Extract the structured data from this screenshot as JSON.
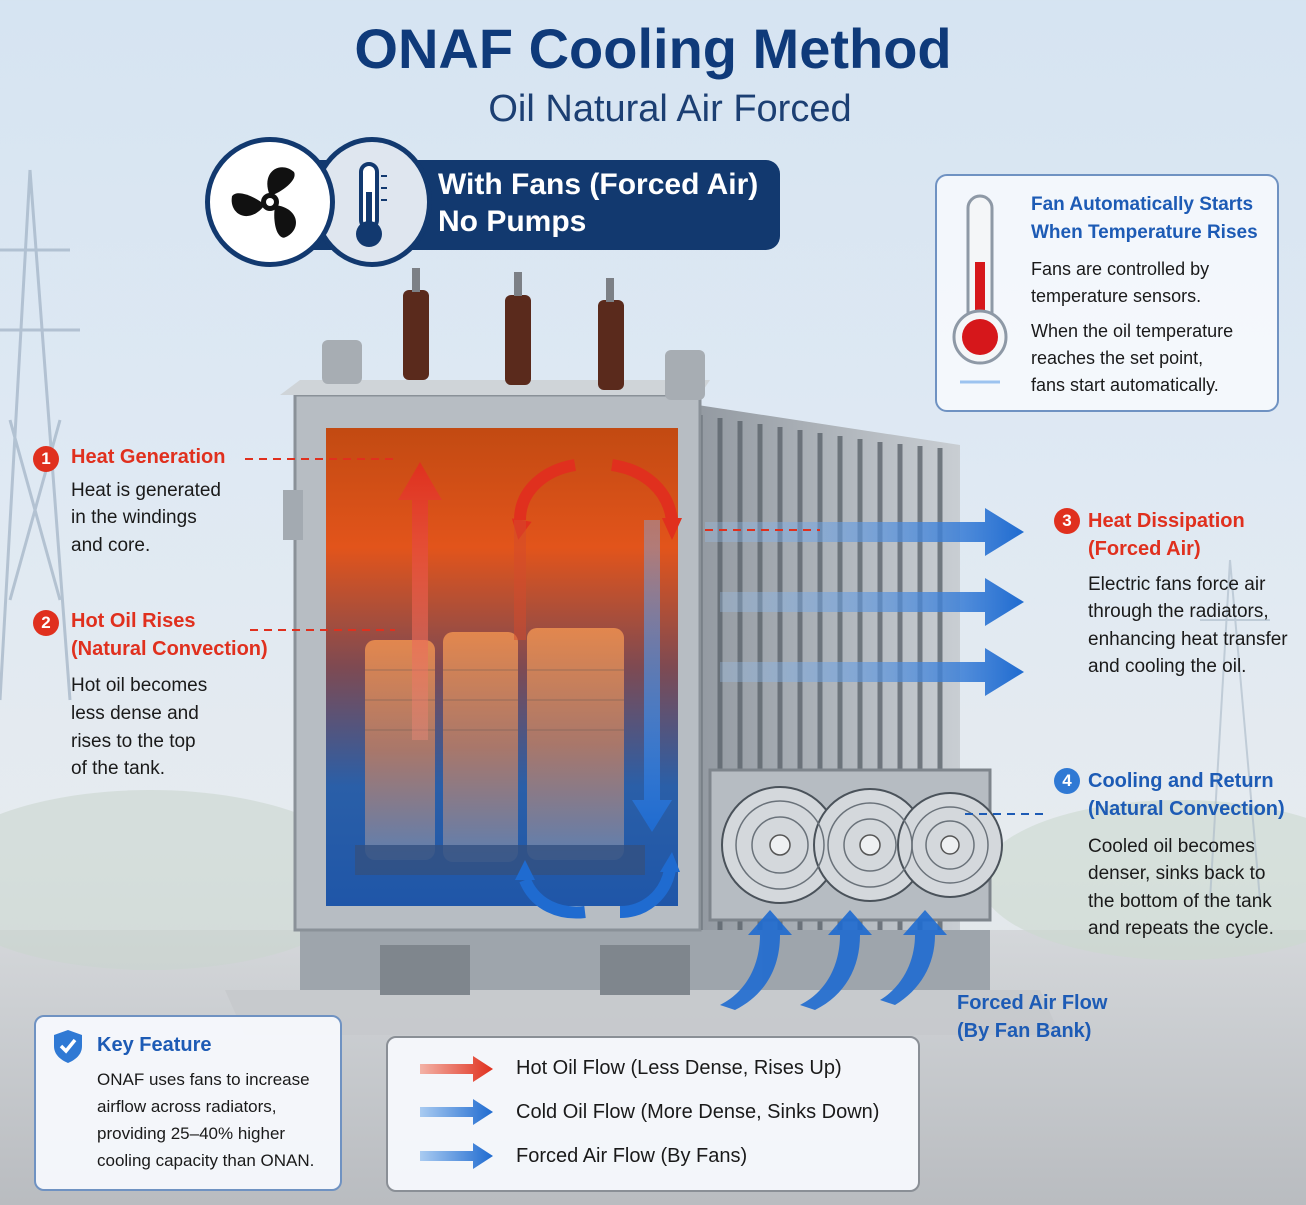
{
  "header": {
    "title": "ONAF Cooling Method",
    "subtitle": "Oil Natural Air Forced"
  },
  "badge": {
    "line1": "With Fans (Forced Air)",
    "line2": "No Pumps",
    "icons": [
      "fan-icon",
      "thermometer-icon"
    ]
  },
  "fan_box": {
    "heading_line1": "Fan Automatically Starts",
    "heading_line2": "When Temperature Rises",
    "text1_line1": "Fans are controlled by",
    "text1_line2": "temperature sensors.",
    "text2_line1": "When the oil temperature",
    "text2_line2": "reaches the set point,",
    "text2_line3": "fans start automatically."
  },
  "callouts": {
    "c1": {
      "number": "1",
      "heading": "Heat Generation",
      "line1": "Heat is generated",
      "line2": "in the windings",
      "line3": "and core."
    },
    "c2": {
      "number": "2",
      "heading1": "Hot Oil Rises",
      "heading2": "(Natural Convection)",
      "line1": "Hot oil becomes",
      "line2": "less dense and",
      "line3": "rises to the top",
      "line4": "of the tank."
    },
    "c3": {
      "number": "3",
      "heading1": "Heat Dissipation",
      "heading2": "(Forced Air)",
      "line1": "Electric fans force air",
      "line2": "through the radiators,",
      "line3": "enhancing heat transfer",
      "line4": "and cooling the oil."
    },
    "c4": {
      "number": "4",
      "heading1": "Cooling and Return",
      "heading2": "(Natural Convection)",
      "line1": "Cooled oil becomes",
      "line2": "denser, sinks back to",
      "line3": "the bottom of the tank",
      "line4": "and repeats the cycle."
    }
  },
  "forced_air_label": {
    "line1": "Forced Air Flow",
    "line2": "(By Fan Bank)"
  },
  "key_feature": {
    "heading": "Key Feature",
    "line1": "ONAF uses fans to increase",
    "line2": "airflow across radiators,",
    "line3": "providing 25–40% higher",
    "line4": "cooling capacity than ONAN."
  },
  "legend": {
    "hot": "Hot Oil Flow (Less Dense, Rises Up)",
    "cold": "Cold Oil Flow (More Dense, Sinks Down)",
    "air": "Forced Air Flow (By Fans)"
  },
  "colors": {
    "navy": "#12396f",
    "hot_red": "#e0301e",
    "cold_blue": "#2f79d4"
  }
}
